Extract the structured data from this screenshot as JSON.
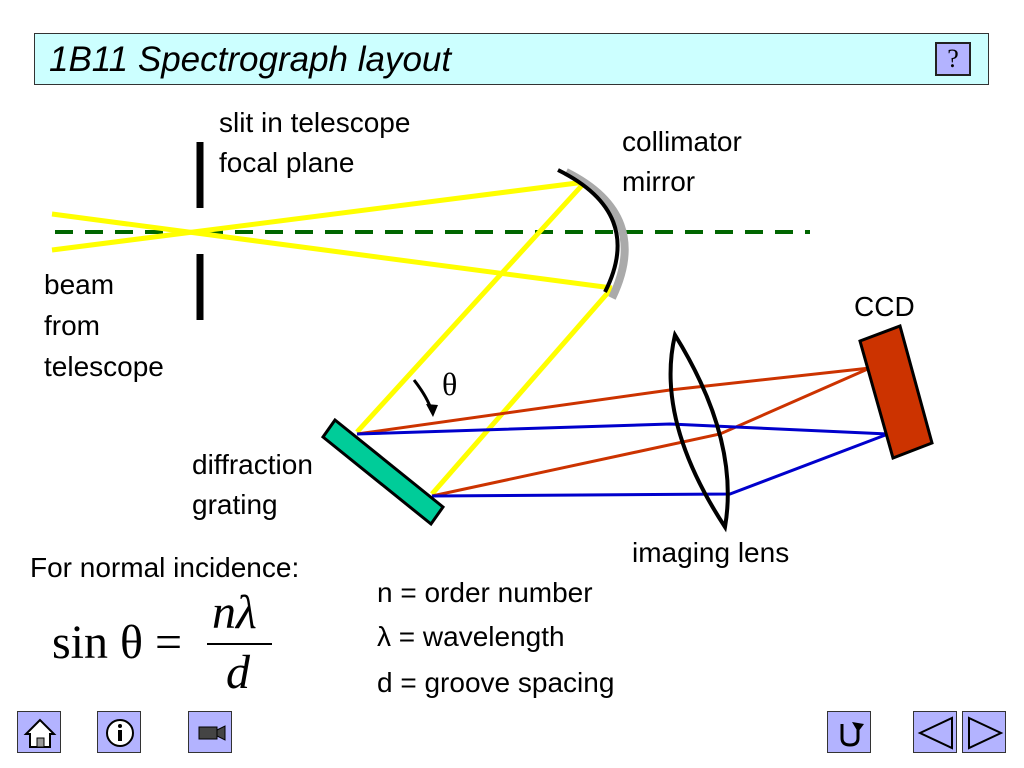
{
  "header": {
    "title": "1B11 Spectrograph layout",
    "help_label": "?"
  },
  "diagram": {
    "labels": {
      "slit": [
        "slit in telescope",
        "focal plane"
      ],
      "collimator": [
        "collimator",
        "mirror"
      ],
      "beam": [
        "beam",
        "from",
        "telescope"
      ],
      "ccd": "CCD",
      "theta": "θ",
      "grating": [
        "diffraction",
        "grating"
      ],
      "lens": "imaging lens"
    },
    "colors": {
      "beam": "#ffff00",
      "axis": "#006600",
      "red_ray": "#cc3300",
      "blue_ray": "#0000cc",
      "grating": "#00cc99",
      "ccd": "#cc3300",
      "mirror_back": "#aaaaaa"
    }
  },
  "equation": {
    "intro": "For normal incidence:",
    "lhs": "sin θ =",
    "numerator": "nλ",
    "denominator": "d",
    "definitions": [
      "n = order number",
      "λ = wavelength",
      "d = groove spacing"
    ]
  },
  "nav": {
    "home": "home-icon",
    "info": "info-icon",
    "movie": "camera-icon",
    "return": "return-icon",
    "prev": "left-arrow-icon",
    "next": "right-arrow-icon"
  }
}
